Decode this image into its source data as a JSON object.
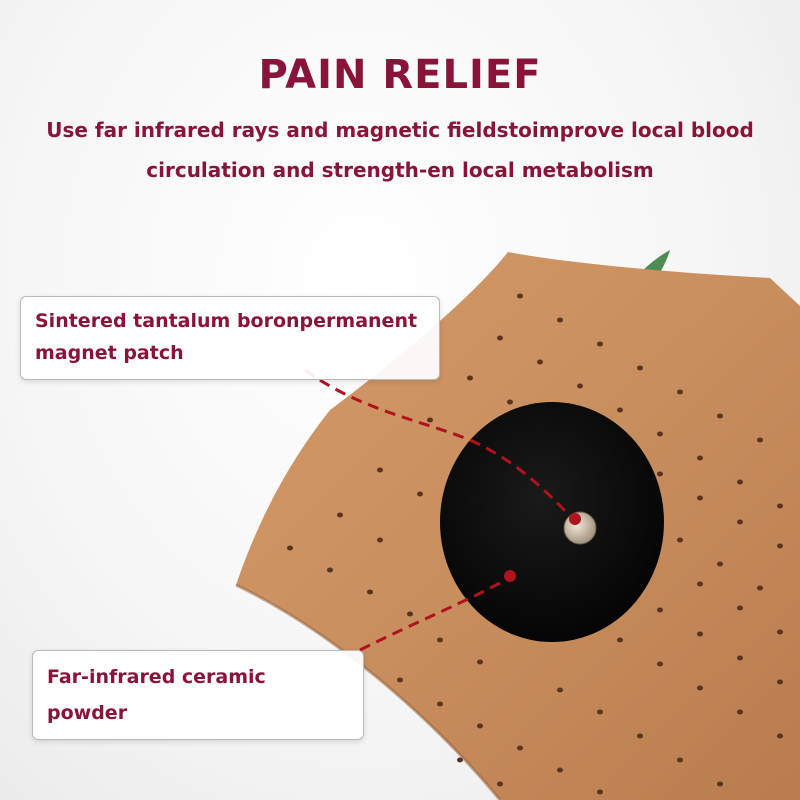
{
  "header": {
    "title": "PAIN RELIEF",
    "subtitle_line1": "Use far infrared rays and magnetic fieldstoimprove local blood",
    "subtitle_line2": "circulation and strength-en local metabolism"
  },
  "callouts": [
    {
      "line1": "Sintered tantalum boronpermanent",
      "line2": "magnet patch"
    },
    {
      "line1": "Far-infrared ceramic powder"
    }
  ],
  "colors": {
    "text_accent": "#8a1438",
    "patch": "#c98e5e",
    "pad": "#0b0b0b",
    "leader_line": "#b0121e",
    "leaf": "#2e7a35"
  }
}
